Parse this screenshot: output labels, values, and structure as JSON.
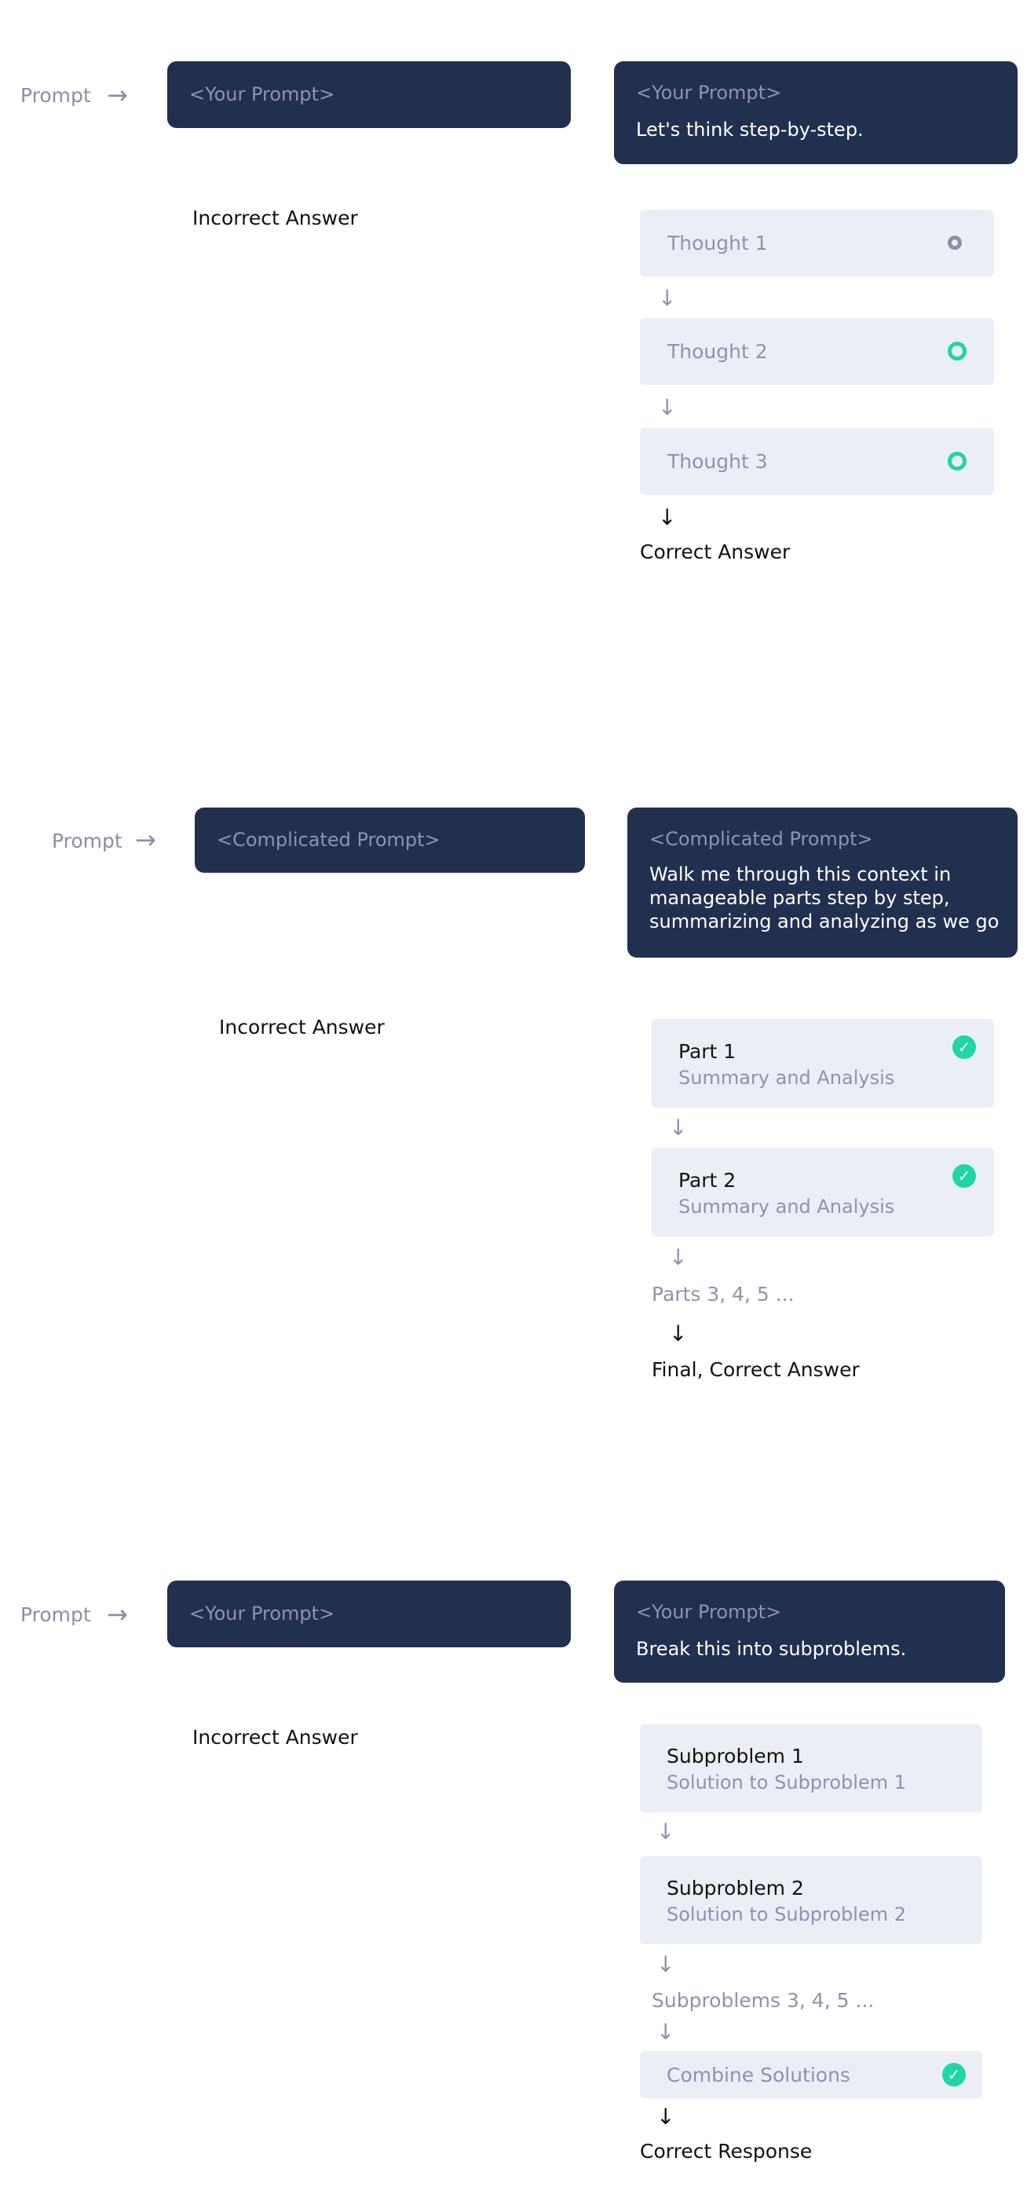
{
  "section1": {
    "prompt_label": "Prompt",
    "arrow_icon": "→",
    "left_prompt": "<Your Prompt>",
    "right_prompt": "<Your Prompt>",
    "right_instruction": "Let's think step-by-step.",
    "incorrect_answer": "Incorrect Answer",
    "thoughts": [
      "Thought 1",
      "Thought 2",
      "Thought 3"
    ],
    "correct_answer": "Correct Answer"
  },
  "section2": {
    "prompt_label": "Prompt",
    "arrow_icon": "→",
    "left_prompt": "<Complicated  Prompt>",
    "right_prompt": "<Complicated Prompt>",
    "right_instruction_lines": [
      "Walk me through this context in",
      "manageable parts step by step,",
      "summarizing and analyzing as we go"
    ],
    "incorrect_answer": "Incorrect Answer",
    "parts": [
      {
        "title": "Part 1",
        "subtitle": "Summary and Analysis"
      },
      {
        "title": "Part 2",
        "subtitle": "Summary and Analysis"
      }
    ],
    "more_parts": "Parts 3, 4, 5 ...",
    "final_answer": "Final, Correct Answer"
  },
  "section3": {
    "prompt_label": "Prompt",
    "arrow_icon": "→",
    "left_prompt": "<Your Prompt>",
    "right_prompt": "<Your Prompt>",
    "right_instruction": "Break this into subproblems.",
    "incorrect_answer": "Incorrect Answer",
    "subproblems": [
      {
        "title": "Subproblem 1",
        "subtitle": "Solution to Subproblem 1"
      },
      {
        "title": "Subproblem 2",
        "subtitle": "Solution to Subproblem 2"
      }
    ],
    "more_subproblems": "Subproblems 3, 4, 5 ...",
    "combine": "Combine Solutions",
    "correct_response": "Correct Response"
  },
  "icons": {
    "down_arrow": "↓",
    "check": "✓"
  },
  "colors": {
    "dark_box": "#223050",
    "light_box": "#eceef6",
    "muted_text": "#8d93ae",
    "accent_green": "#1ed6a6",
    "ring_gray": "#8a8fa6"
  }
}
